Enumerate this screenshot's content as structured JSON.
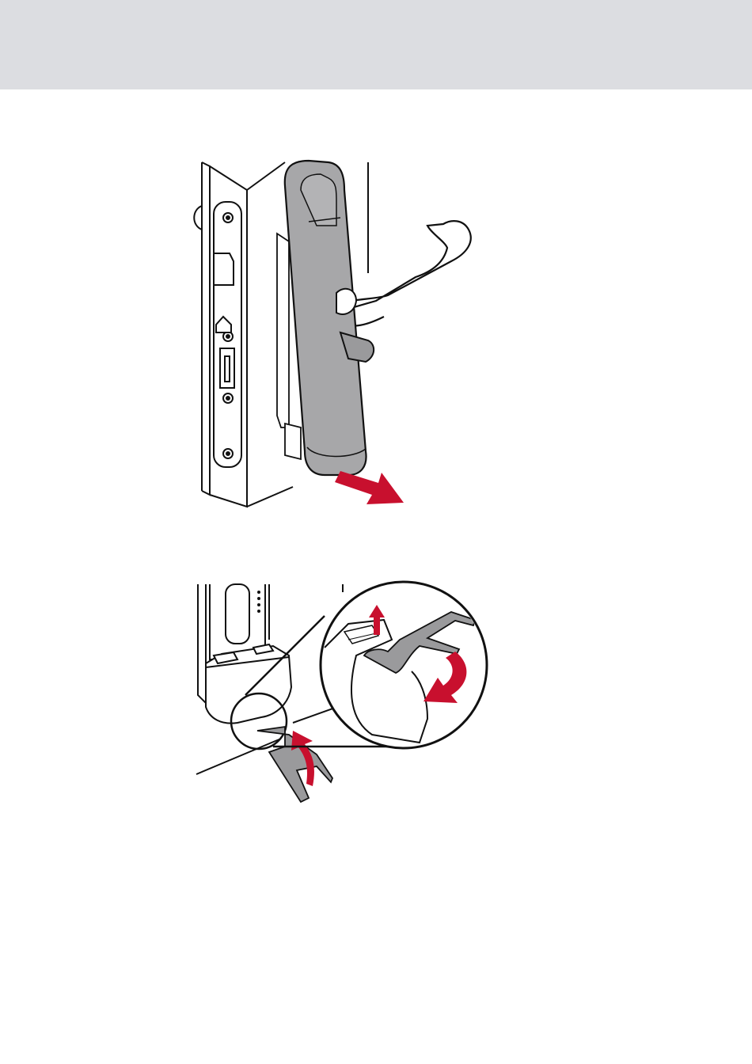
{
  "page": {
    "header_color": "#dcdde1",
    "background": "#ffffff"
  },
  "colors": {
    "handle_grey": "#a7a7a9",
    "handle_dark": "#8d8d90",
    "arrow_red": "#c8102e",
    "line": "#111111",
    "tool_grey": "#9a9a9c"
  },
  "figures": [
    {
      "name": "door-handle-removal",
      "icons": [
        "door-frame",
        "lock-faceplate",
        "lever-handle",
        "handle-cover",
        "pull-arrow"
      ]
    },
    {
      "name": "battery-cover-release",
      "icons": [
        "lock-body-bottom",
        "release-tool",
        "zoom-circle",
        "lift-arrow",
        "rotate-arrow"
      ]
    }
  ]
}
